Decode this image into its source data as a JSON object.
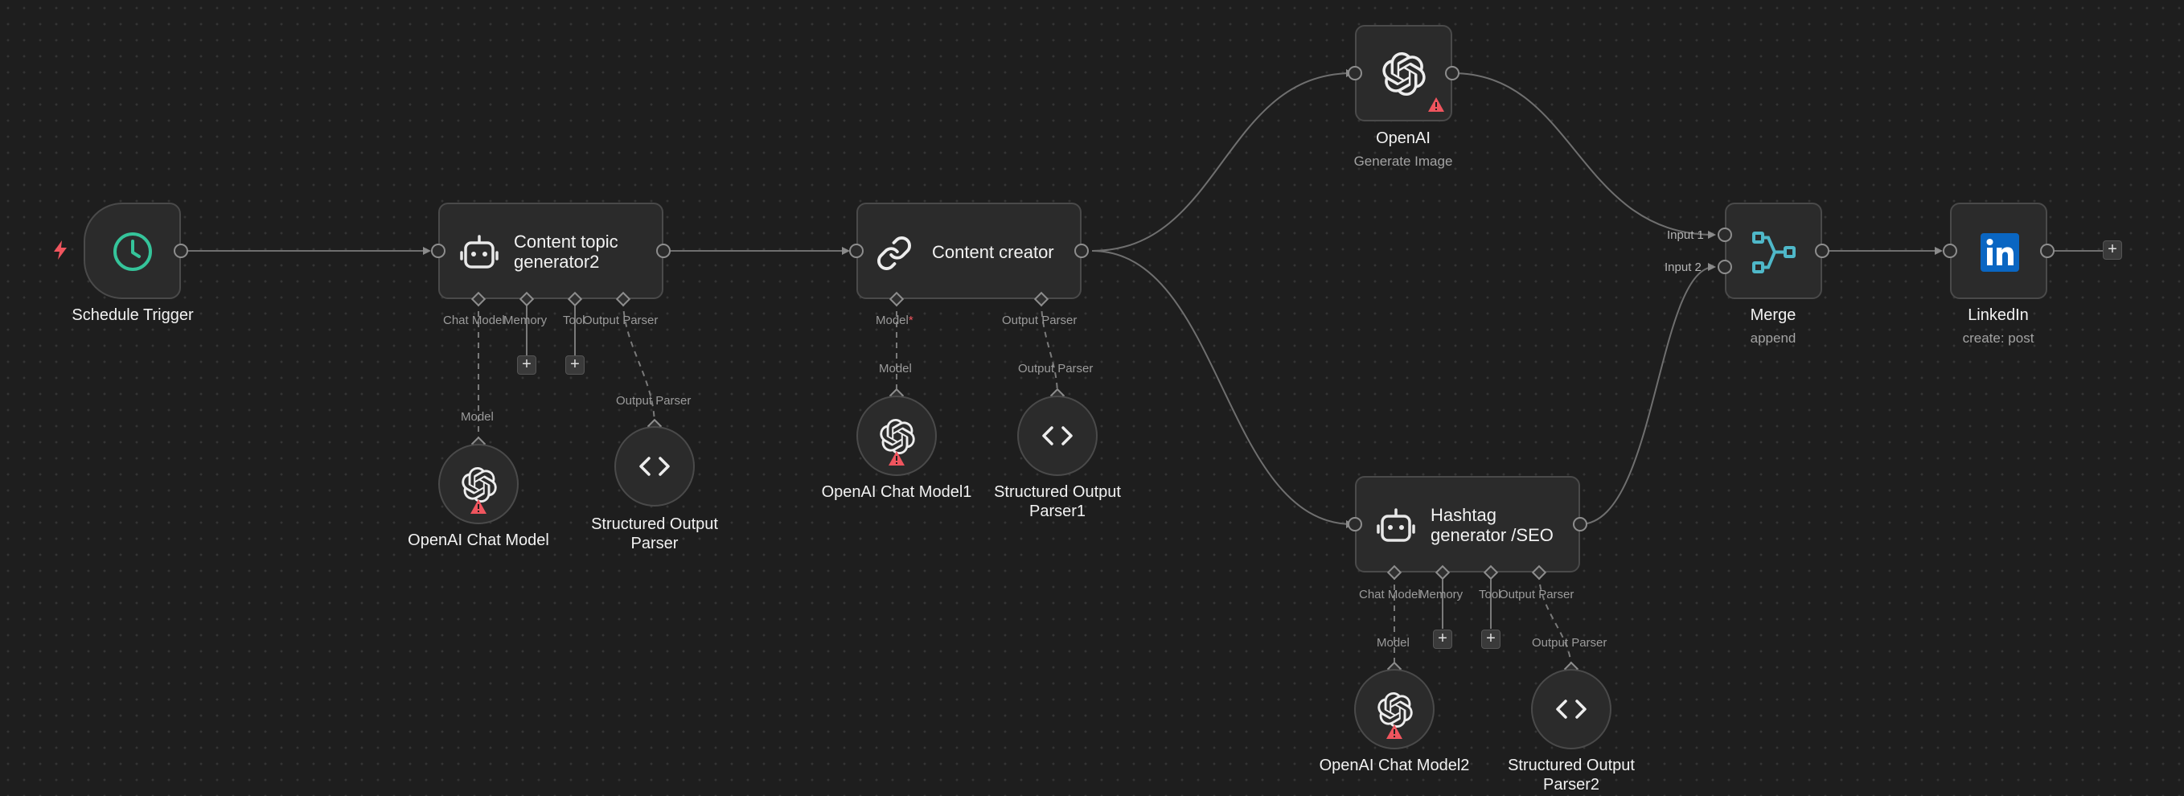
{
  "nodes": {
    "schedule_trigger": {
      "label": "Schedule Trigger"
    },
    "content_topic": {
      "title_line1": "Content topic",
      "title_line2": "generator2"
    },
    "content_creator": {
      "title": "Content creator"
    },
    "openai": {
      "label": "OpenAI",
      "subtitle": "Generate Image"
    },
    "hashtag": {
      "title_line1": "Hashtag",
      "title_line2": "generator /SEO"
    },
    "merge": {
      "label": "Merge",
      "subtitle": "append",
      "input1": "Input 1",
      "input2": "Input 2"
    },
    "linkedin": {
      "label": "LinkedIn",
      "subtitle": "create: post"
    },
    "chat_model": {
      "label": "OpenAI Chat Model"
    },
    "parser": {
      "label_line1": "Structured Output",
      "label_line2": "Parser"
    },
    "chat_model1": {
      "label": "OpenAI Chat Model1"
    },
    "parser1": {
      "label_line1": "Structured Output",
      "label_line2": "Parser1"
    },
    "chat_model2": {
      "label": "OpenAI Chat Model2"
    },
    "parser2": {
      "label_line1": "Structured Output",
      "label_line2": "Parser2"
    }
  },
  "port_labels": {
    "chat_model": "Chat Model",
    "memory": "Memory",
    "tool": "Tool",
    "output_parser": "Output Parser",
    "model": "Model",
    "model_required_star": "*"
  },
  "plus": "+",
  "colors": {
    "canvas": "#1e1e1e",
    "node_bg": "#2b2b2b",
    "schedule_icon": "#35c49a",
    "merge_icon": "#4fb8c9",
    "linkedin_blue": "#0a66c2",
    "warning": "#f0555e",
    "trigger_bolt": "#f0555e"
  },
  "icons": {
    "schedule": "clock-icon",
    "agent": "robot-icon",
    "chain": "link-icon",
    "openai": "openai-logo-icon",
    "parser": "code-brackets-icon",
    "merge": "merge-icon",
    "linkedin": "linkedin-logo-icon",
    "warning": "warning-icon",
    "trigger": "lightning-bolt-icon"
  }
}
